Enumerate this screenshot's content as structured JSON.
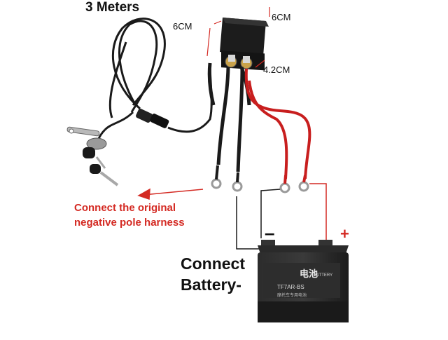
{
  "labels": {
    "cable_length": "3 Meters",
    "dim_left": "6CM",
    "dim_right": "6CM",
    "dim_height": "4.2CM",
    "negative_note_line1": "Connect the original",
    "negative_note_line2": "negative pole harness",
    "connect_line1": "Connect",
    "connect_line2": "Battery-",
    "minus_sign": "–",
    "plus_sign": "+"
  },
  "battery": {
    "brand": "电池",
    "brand_en": "BATTERY",
    "model": "TF7AR-BS",
    "subtitle": "摩托车专用电池"
  },
  "colors": {
    "annotation_red": "#d42a23",
    "wire_black": "#1a1a1a",
    "wire_red": "#c81e1e",
    "battery_body": "#222222"
  }
}
